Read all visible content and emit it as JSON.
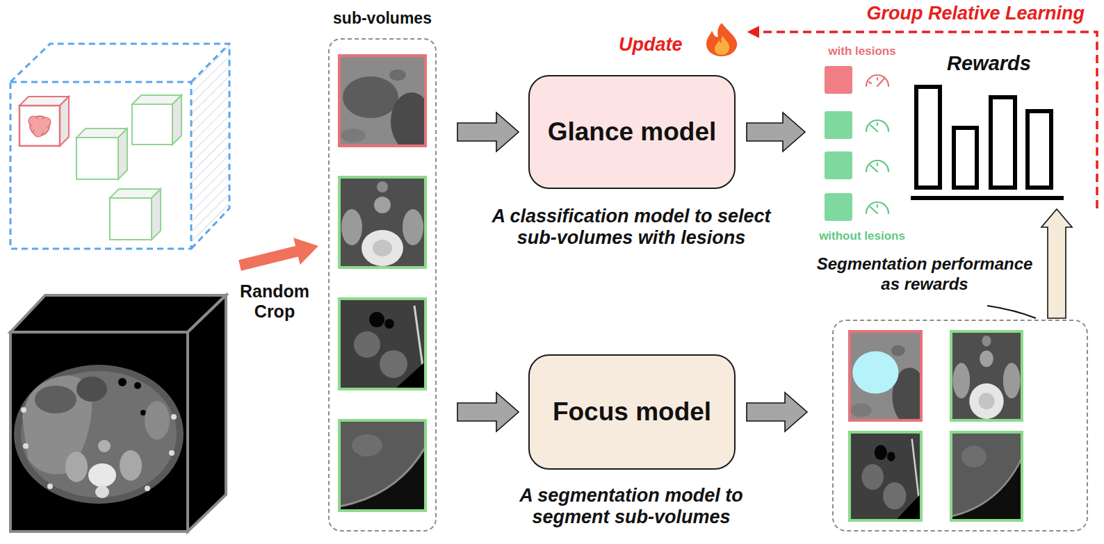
{
  "diagram": {
    "nodes": [
      {
        "text": [
          "sub-volumes"
        ]
      },
      {
        "text": [
          "Glance model"
        ]
      },
      {
        "text": [
          "Focus model"
        ]
      },
      {
        "text": [
          "with lesions",
          "without lesions"
        ]
      },
      {
        "text": [
          "Rewards"
        ]
      },
      {
        "text": []
      }
    ],
    "edges": [
      {
        "from": 0,
        "to": 1,
        "arrow": "to"
      },
      {
        "from": 0,
        "to": 2,
        "arrow": "to"
      },
      {
        "from": 1,
        "to": 3,
        "arrow": "to"
      },
      {
        "from": 2,
        "to": 5,
        "arrow": "to"
      },
      {
        "from": 5,
        "to": 4,
        "arrow": "to",
        "label": "Segmentation performance as rewards"
      }
    ],
    "labels": [
      "Group Relative Learning",
      "Update",
      "Random Crop",
      "A classification model to select sub-volumes with lesions",
      "A segmentation model to segment sub-volumes"
    ]
  }
}
